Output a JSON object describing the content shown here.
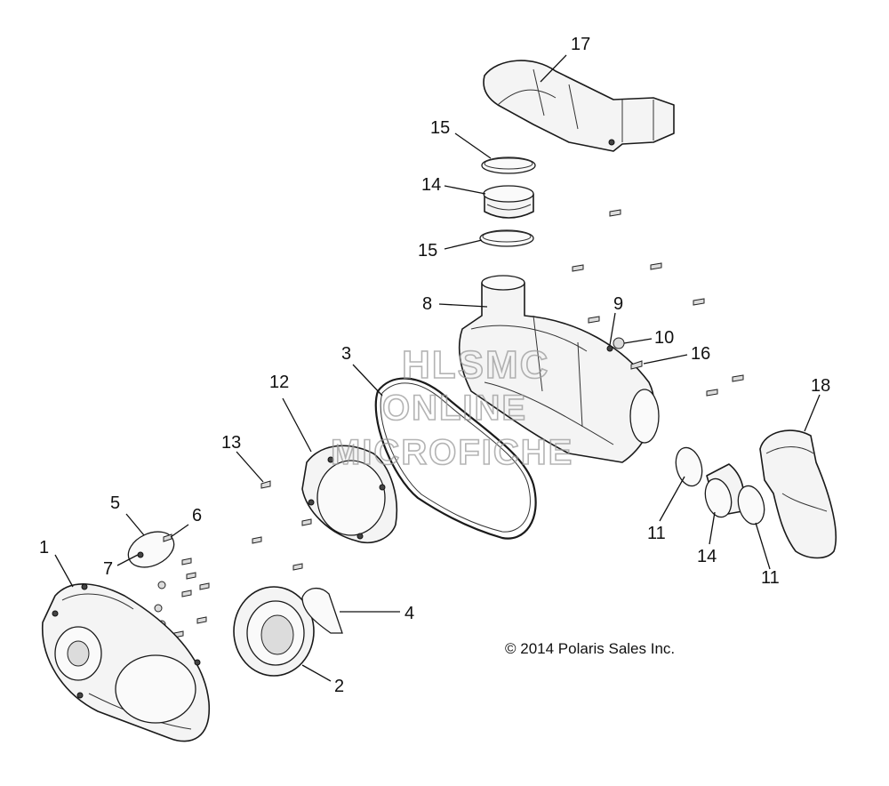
{
  "callouts": {
    "c1": "1",
    "c2": "2",
    "c3": "3",
    "c4": "4",
    "c5": "5",
    "c6": "6",
    "c7": "7",
    "c8": "8",
    "c9": "9",
    "c10": "10",
    "c11a": "11",
    "c11b": "11",
    "c12": "12",
    "c13": "13",
    "c14a": "14",
    "c14b": "14",
    "c15a": "15",
    "c15b": "15",
    "c16": "16",
    "c17": "17",
    "c18": "18"
  },
  "copyright": "© 2014 Polaris Sales Inc.",
  "watermark": {
    "line1": "HLSMC",
    "line2": "ONLINE",
    "line3": "MICROFICHE"
  }
}
